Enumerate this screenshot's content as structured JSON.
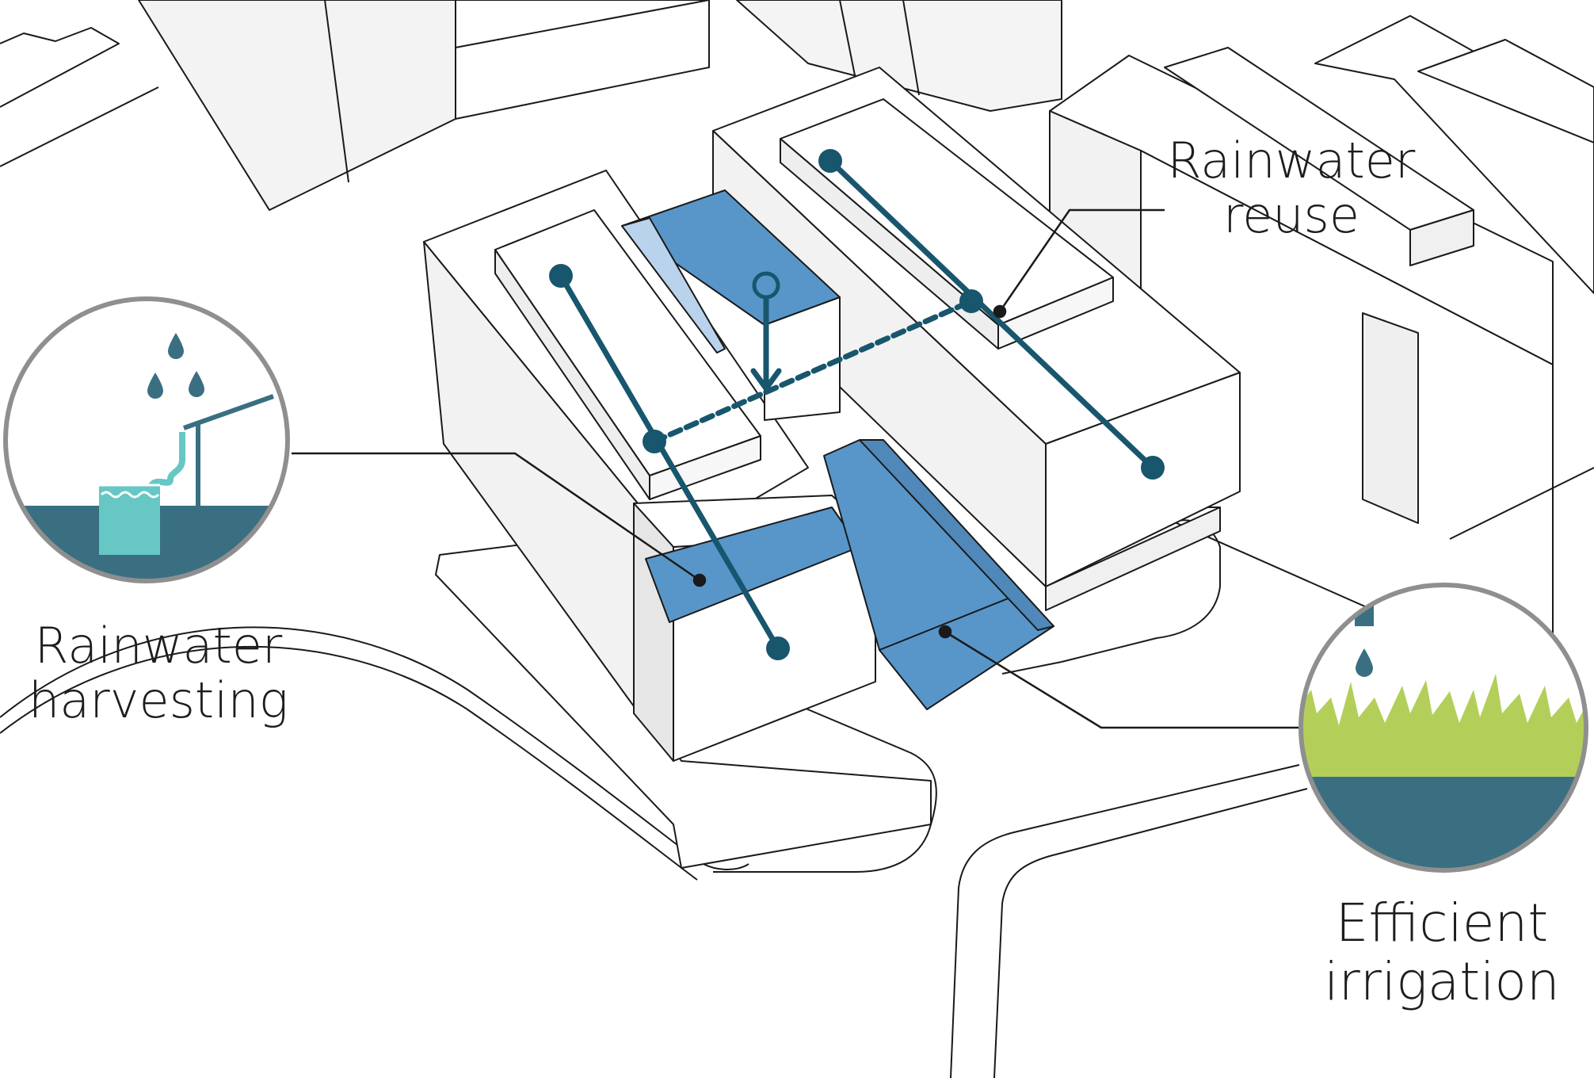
{
  "labels": {
    "rainwater_reuse": [
      "Rainwater",
      "reuse"
    ],
    "rainwater_harvesting": [
      "Rainwater",
      "harvesting"
    ],
    "efficient_irrigation": [
      "Efficient",
      "irrigation"
    ]
  },
  "colors": {
    "pipe": "#18566e",
    "water_blue": "#5896c9",
    "water_light": "#b9d3ec",
    "ground_teal": "#3a6f82",
    "tank_cyan": "#66c7c4",
    "grass_green": "#b3cf5a",
    "circle_border": "#8f8f8f",
    "building_white": "#ffffff",
    "building_shade": "#eeeeee",
    "outline": "#1a1a1a"
  },
  "icons": [
    "rain-drops-icon",
    "water-tank-icon",
    "drip-icon",
    "grass-icon"
  ]
}
